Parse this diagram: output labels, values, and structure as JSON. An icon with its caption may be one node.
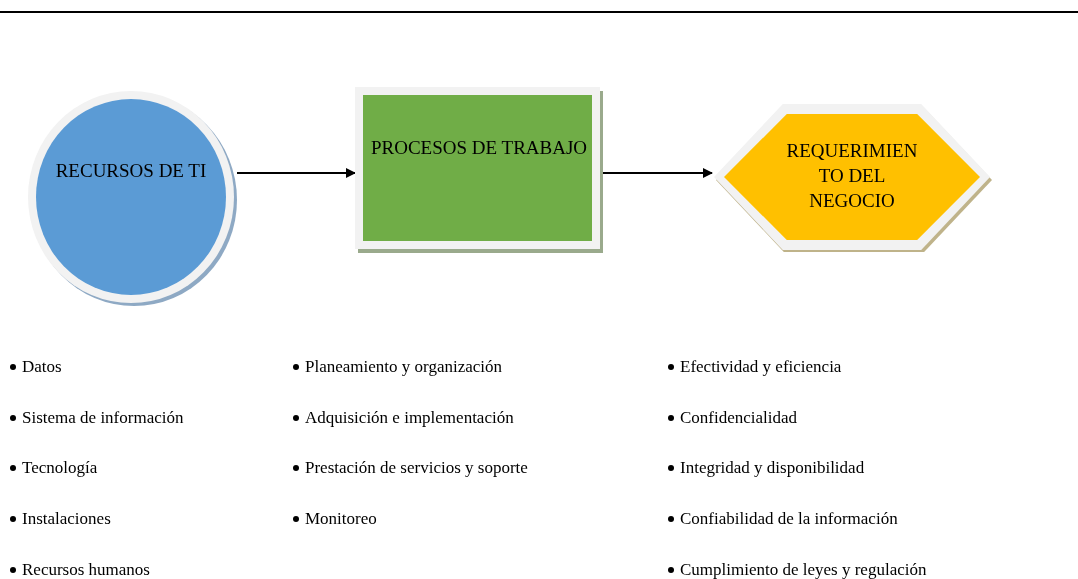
{
  "diagram": {
    "nodes": [
      {
        "text": [
          "RECURSOS DE TI"
        ],
        "beside": [
          "Datos",
          "Sistema de información",
          "Tecnología",
          "Instalaciones",
          "Recursos humanos"
        ]
      },
      {
        "text": [
          "PROCESOS DE TRABAJO"
        ],
        "beside": [
          "Planeamiento y organización",
          "Adquisición e implementación",
          "Prestación de servicios y soporte",
          "Monitoreo"
        ]
      },
      {
        "text": [
          "REQUERIMIEN TO DEL NEGOCIO"
        ],
        "beside": [
          "Efectividad y eficiencia",
          "Confidencialidad",
          "Integridad y disponibilidad",
          "Confiabilidad de la información",
          "Cumplimiento de leyes y regulación"
        ]
      }
    ],
    "edges": [
      {
        "from": 0,
        "to": 1,
        "arrow": "to"
      },
      {
        "from": 1,
        "to": 2,
        "arrow": "to"
      }
    ]
  }
}
